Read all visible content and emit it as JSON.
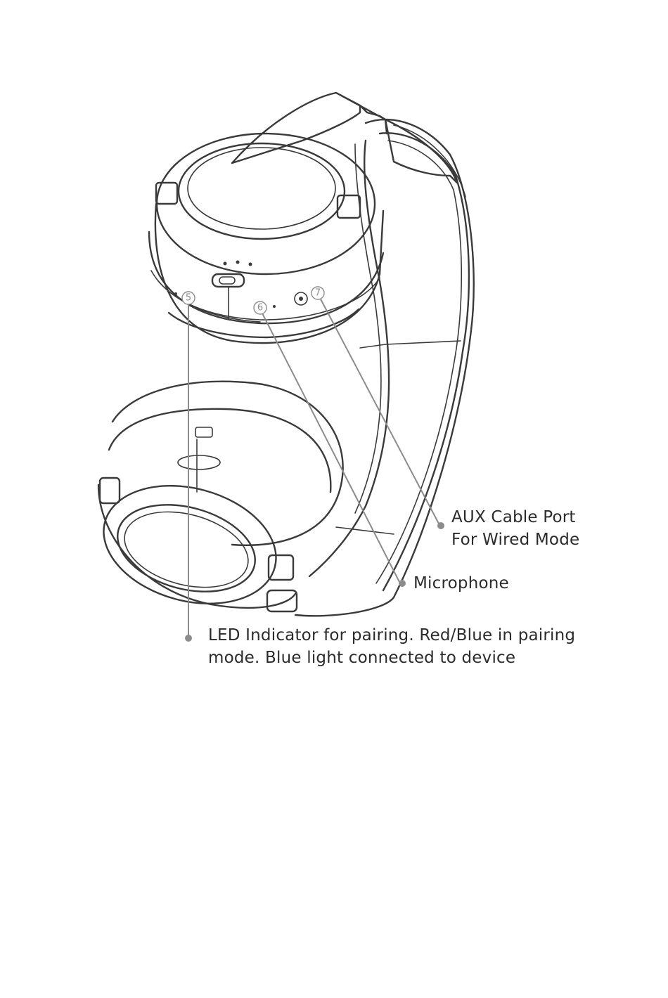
{
  "callouts": [
    {
      "number": "5",
      "lines": [
        "LED Indicator for pairing. Red/Blue in pairing",
        "mode. Blue light connected to device"
      ]
    },
    {
      "number": "6",
      "lines": [
        "Microphone"
      ]
    },
    {
      "number": "7",
      "lines": [
        "AUX Cable Port",
        "For Wired Mode"
      ]
    }
  ],
  "colors": {
    "line_art": "#3a3a3a",
    "leader": "#8c8c8c",
    "text": "#2b2b2b",
    "background": "#ffffff"
  }
}
